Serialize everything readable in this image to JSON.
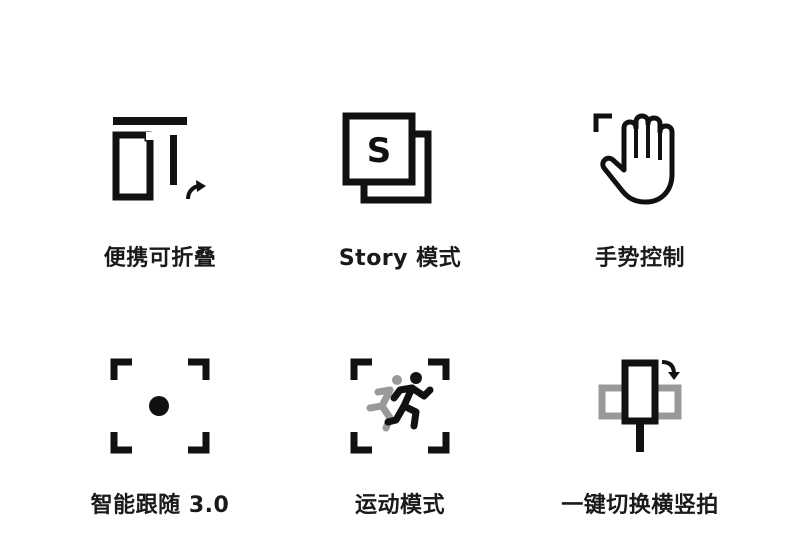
{
  "features": [
    {
      "label": "便携可折叠",
      "icon": "foldable-icon"
    },
    {
      "label": "Story 模式",
      "icon": "story-mode-icon"
    },
    {
      "label": "手势控制",
      "icon": "gesture-hand-icon"
    },
    {
      "label": "智能跟随 3.0",
      "icon": "focus-target-icon"
    },
    {
      "label": "运动模式",
      "icon": "sport-runner-icon"
    },
    {
      "label": "一键切换横竖拍",
      "icon": "rotate-orientation-icon"
    }
  ],
  "story_badge": "S",
  "colors": {
    "icon": "#111111",
    "icon_secondary": "#999999",
    "text": "#1a1a1a",
    "background": "#ffffff"
  }
}
